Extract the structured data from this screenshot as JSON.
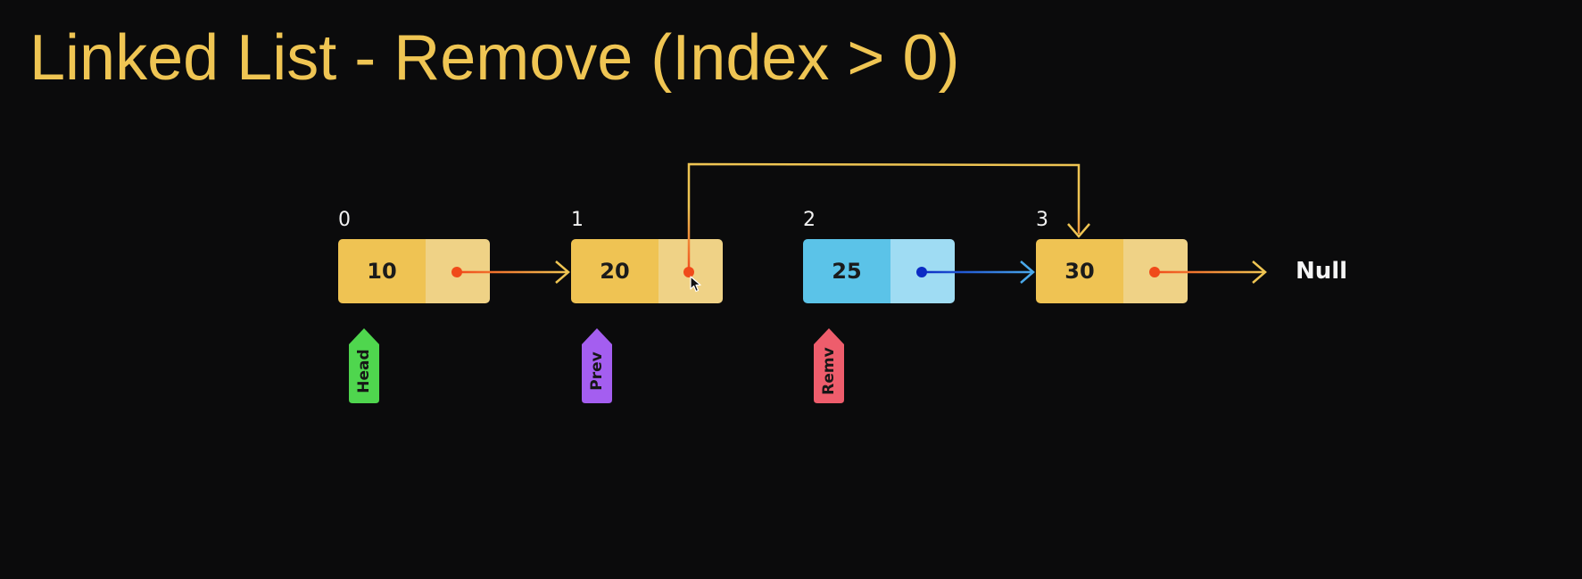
{
  "title": "Linked List - Remove (Index > 0)",
  "nodes": [
    {
      "index": "0",
      "value": "10",
      "color": "#efc353",
      "pointer_color": "#efd286"
    },
    {
      "index": "1",
      "value": "20",
      "color": "#efc353",
      "pointer_color": "#efd286"
    },
    {
      "index": "2",
      "value": "25",
      "color": "#5bc3e8",
      "pointer_color": "#9fdcf3"
    },
    {
      "index": "3",
      "value": "30",
      "color": "#efc353",
      "pointer_color": "#efd286"
    }
  ],
  "null_label": "Null",
  "tags": {
    "head": {
      "label": "Head",
      "color": "#4fd64e"
    },
    "prev": {
      "label": "Prev",
      "color": "#a45ef0"
    },
    "remv": {
      "label": "Remv",
      "color": "#ee5d6c"
    }
  },
  "colors": {
    "background": "#0b0b0c",
    "title": "#efc553",
    "pointer_dot_red": "#f04a1a",
    "pointer_dot_blue": "#0b2bc4",
    "arrow_yellow": "#efc553",
    "arrow_blue": "#4aa8ea"
  }
}
